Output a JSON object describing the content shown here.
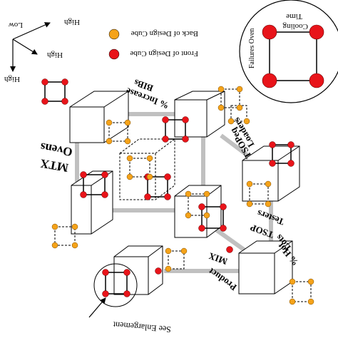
{
  "axes": {
    "low": "Low",
    "high_right": "High",
    "high_diagonal": "High",
    "high_down": "High"
  },
  "legend": {
    "back_label": "Back of Design Cube",
    "front_label": "Front of Design Cube",
    "back_color": "#f5a31a",
    "front_color": "#e8141a"
  },
  "enlargement": {
    "title": "Time",
    "top_label": "Cooling",
    "left_label": "Failures Oven"
  },
  "labels": {
    "bibs": "BIBs",
    "increase": "% Increase",
    "ovens": "Ovens",
    "mtx": "MTX",
    "loaders": "Loaders",
    "tsopeq": "TSOPeq",
    "testers": "Testers",
    "tsop": "TSOP",
    "lots": "Lots",
    "hot": "% Hot",
    "mix": "MIX",
    "product": "Product",
    "see": "See Enlargement"
  },
  "colors": {
    "connector": "#c0c0c0",
    "line": "#000000"
  }
}
